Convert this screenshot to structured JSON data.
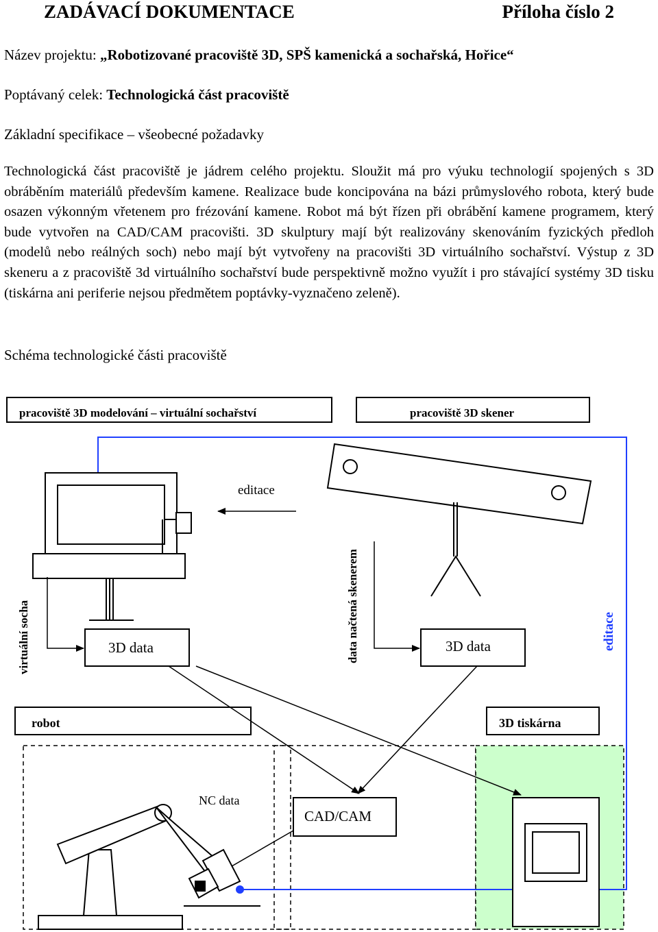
{
  "header": {
    "title": "ZADÁVACÍ DOKUMENTACE",
    "annex": "Příloha číslo 2"
  },
  "project": {
    "label": "Název projektu: ",
    "value": "„Robotizované pracoviště 3D, SPŠ kamenická a sochařská, Hořice“"
  },
  "section": {
    "label": "Poptávaný celek: ",
    "value": "Technologická část pracoviště"
  },
  "spec_heading": "Základní specifikace – všeobecné požadavky",
  "paragraph": "Technologická část pracoviště je jádrem celého projektu. Sloužit má pro výuku technologií spojených s 3D obráběním materiálů především kamene. Realizace bude koncipována na bázi průmyslového robota, který bude osazen výkonným vřetenem pro frézování kamene. Robot má být řízen při obrábění kamene programem, který bude vytvořen na CAD/CAM pracovišti. 3D skulptury mají být realizovány skenováním fyzických předloh (modelů nebo reálných soch) nebo mají být vytvořeny na pracovišti 3D virtuálního sochařství. Výstup z 3D skeneru a z pracoviště 3d virtuálního sochařství bude perspektivně možno využít i pro stávající systémy 3D tisku (tiskárna ani periferie nejsou předmětem poptávky-vyznačeno zeleně).",
  "schema_caption": "Schéma technologické části pracoviště",
  "diagram": {
    "box_modeling": "pracoviště 3D modelování – virtuální sochařství",
    "box_scanner": "pracoviště 3D skener",
    "edit_label": "editace",
    "edit_label_right": "editace",
    "virtual_statue": "virtuální socha",
    "scanned_data": "data načtená skenerem",
    "data_left": "3D data",
    "data_right": "3D data",
    "robot": "robot",
    "printer": "3D tiskárna",
    "nc_data": "NC data",
    "cadcam": "CAD/CAM",
    "colors": {
      "blue_line": "#1f3fff",
      "green_fill": "#ccffcc",
      "edit_right_color": "#1f3fff"
    }
  }
}
